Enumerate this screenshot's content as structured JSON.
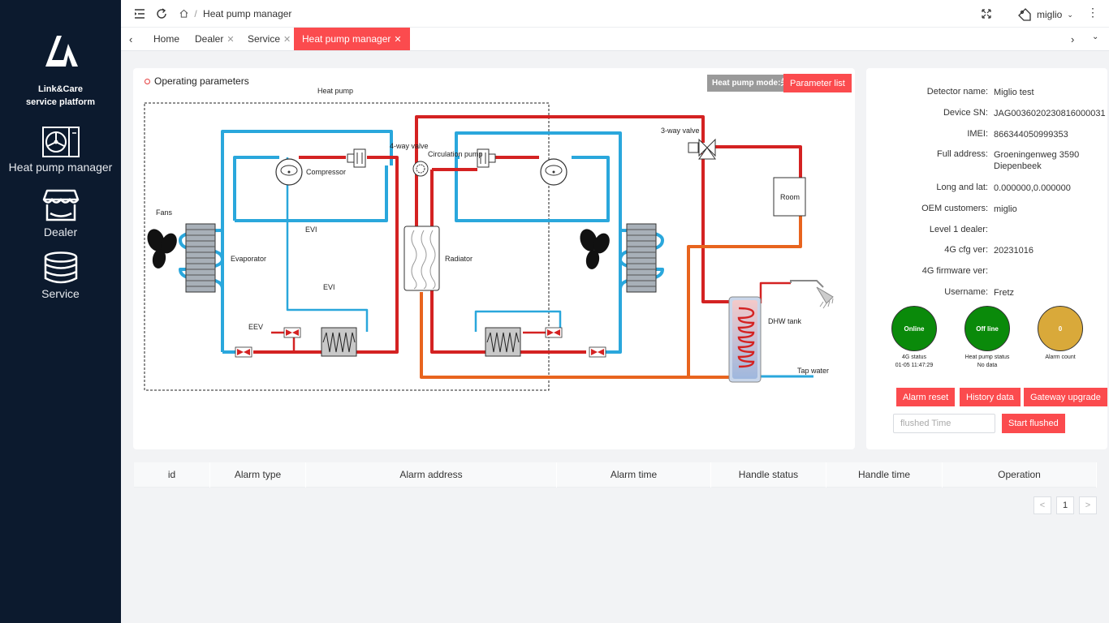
{
  "sidebar": {
    "brand_line1": "Link&Care",
    "brand_line2": "service platform",
    "items": [
      {
        "label": "Heat pump manager",
        "icon": "heat-pump-icon"
      },
      {
        "label": "Dealer",
        "icon": "store-icon"
      },
      {
        "label": "Service",
        "icon": "database-icon"
      }
    ]
  },
  "topbar": {
    "breadcrumb": "Heat pump manager",
    "username": "miglio"
  },
  "tabs": [
    {
      "label": "Home"
    },
    {
      "label": "Dealer"
    },
    {
      "label": "Service"
    },
    {
      "label": "Heat pump manager"
    }
  ],
  "diagram": {
    "title": "Operating parameters",
    "mode_label": "Heat pump mode:关闭",
    "param_button": "Parameter list",
    "labels": {
      "heat_pump": "Heat pump",
      "four_way_valve": "4-way valve",
      "circulation_pump": "Circulation pump",
      "compressor": "Compressor",
      "three_way_valve": "3-way valve",
      "room": "Room",
      "fans": "Fans",
      "evaporator": "Evaporator",
      "evi_1": "EVI",
      "evi_2": "EVI",
      "radiator": "Radiator",
      "eev": "EEV",
      "dhw_tank": "DHW tank",
      "tap_water": "Tap water"
    },
    "colors": {
      "hot": "#d42222",
      "cold": "#2aa7dc",
      "warm": "#e8641e"
    }
  },
  "device": {
    "rows": [
      {
        "key": "Detector name:",
        "value": "Miglio test"
      },
      {
        "key": "Device SN:",
        "value": "JAG0036020230816000031"
      },
      {
        "key": "IMEI:",
        "value": "866344050999353"
      },
      {
        "key": "Full address:",
        "value": "Groeningenweg 3590 Diepenbeek"
      },
      {
        "key": "Long and lat:",
        "value": "0.000000,0.000000"
      },
      {
        "key": "OEM customers:",
        "value": "miglio"
      },
      {
        "key": "Level 1 dealer:",
        "value": ""
      },
      {
        "key": "4G cfg ver:",
        "value": "20231016"
      },
      {
        "key": "4G firmware ver:",
        "value": ""
      },
      {
        "key": "Username:",
        "value": "Fretz"
      }
    ],
    "status": [
      {
        "value": "Online",
        "caption": "4G status",
        "caption2": "01-05 11:47:29",
        "color": "#0a8a0a"
      },
      {
        "value": "Off line",
        "caption": "Heat pump status",
        "caption2": "No data",
        "color": "#0a8a0a"
      },
      {
        "value": "0",
        "caption": "Alarm count",
        "caption2": "",
        "color": "#d9a93a"
      }
    ],
    "buttons": {
      "alarm_reset": "Alarm reset",
      "history_data": "History data",
      "gateway_upgrade": "Gateway upgrade",
      "start_flushed": "Start flushed"
    },
    "flush_placeholder": "flushed Time"
  },
  "table": {
    "headers": [
      "id",
      "Alarm type",
      "Alarm address",
      "Alarm time",
      "Handle status",
      "Handle time",
      "Operation"
    ]
  },
  "pagination": {
    "prev": "<",
    "page": "1",
    "next": ">"
  }
}
